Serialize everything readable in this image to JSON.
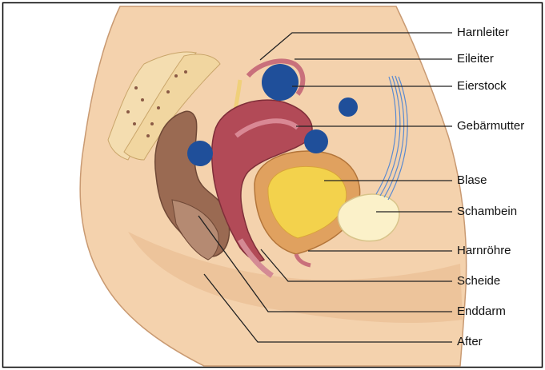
{
  "labels": {
    "harnleiter": "Harnleiter",
    "eileiter": "Eileiter",
    "eierstock": "Eierstock",
    "gebaermutter": "Gebärmutter",
    "blase": "Blase",
    "schambein": "Schambein",
    "harnroehre": "Harnröhre",
    "scheide": "Scheide",
    "enddarm": "Enddarm",
    "after": "After"
  },
  "colors": {
    "skin": "#f4d2ad",
    "skin_shadow": "#e7b98c",
    "uterus": "#b24a57",
    "bladder_outer": "#e0a15f",
    "bladder_inner": "#f3d24c",
    "rectum": "#8a5a45",
    "marker": "#1f4f9a",
    "leader_line": "#222222",
    "frame": "#000000"
  }
}
